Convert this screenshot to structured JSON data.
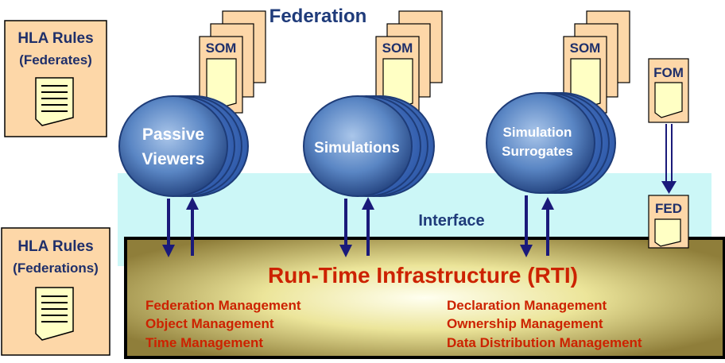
{
  "title": "Federation",
  "rules_federates": [
    "HLA Rules",
    "(Federates)"
  ],
  "rules_federations": [
    "HLA Rules",
    "(Federations)"
  ],
  "federates": [
    {
      "name_lines": [
        "Passive",
        "Viewers"
      ],
      "doc": "SOM"
    },
    {
      "name_lines": [
        "Simulations"
      ],
      "doc": "SOM"
    },
    {
      "name_lines": [
        "Simulation",
        "Surrogates"
      ],
      "doc": "SOM"
    }
  ],
  "fom_label": "FOM",
  "fed_label": "FED",
  "interface_label": "Interface",
  "rti": {
    "title": "Run-Time Infrastructure (RTI)",
    "services_left": [
      "Federation Management",
      "Object Management",
      "Time Management"
    ],
    "services_right": [
      "Declaration Management",
      "Ownership Management",
      "Data Distribution Management"
    ]
  },
  "colors": {
    "title": "#1f3b7a",
    "navy_arrow": "#1a1a7a",
    "interface_band": "#ccf7f7",
    "doc_fill": "#fdd7a8",
    "page_fill": "#ffffc4",
    "rti_text": "#cc2200",
    "ellipse_center": "#a7c3e6",
    "ellipse_edge": "#203f7a"
  }
}
